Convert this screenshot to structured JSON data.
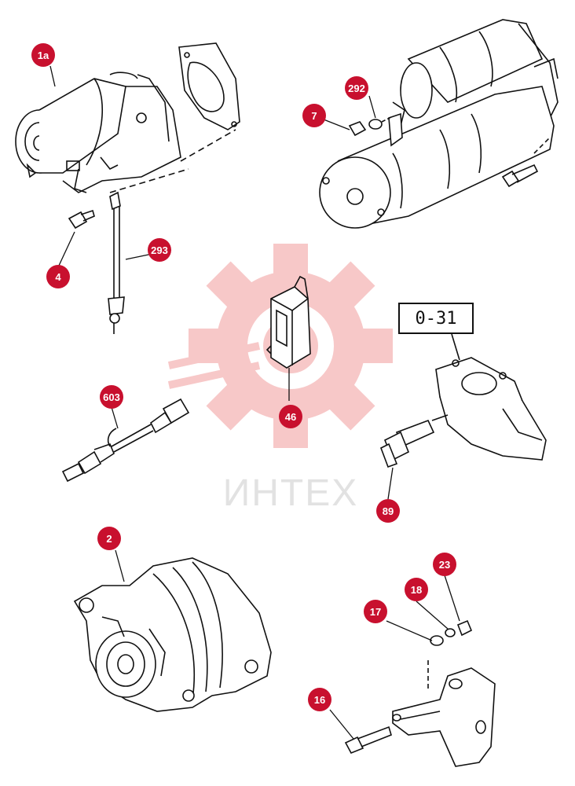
{
  "watermark": {
    "text": "ИНТЕХ",
    "gear_color": "#f7c8c8",
    "text_color": "#e2e2e2"
  },
  "reference_box": {
    "label": "0-31"
  },
  "callout_color": "#c8102e",
  "parts": [
    {
      "id": "starter-motor",
      "label": "1a"
    },
    {
      "id": "starter-cable",
      "label": "293"
    },
    {
      "id": "starter-bolt",
      "label": "4"
    },
    {
      "id": "starter-terminal-nut",
      "label": "7"
    },
    {
      "id": "starter-terminal-washer",
      "label": "292"
    },
    {
      "id": "glow-plug-controller",
      "label": "46"
    },
    {
      "id": "sensor-harness",
      "label": "603"
    },
    {
      "id": "temperature-sensor",
      "label": "89"
    },
    {
      "id": "alternator",
      "label": "2"
    },
    {
      "id": "bracket-nut",
      "label": "23"
    },
    {
      "id": "bracket-lock-washer",
      "label": "18"
    },
    {
      "id": "bracket-flat-washer",
      "label": "17"
    },
    {
      "id": "bracket-bolt",
      "label": "16"
    }
  ]
}
